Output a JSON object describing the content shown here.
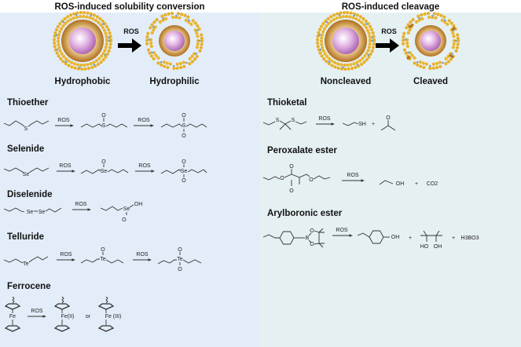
{
  "left": {
    "title": "ROS-induced solubility conversion",
    "ros": "ROS",
    "state_before": "Hydrophobic",
    "state_after": "Hydrophilic",
    "sections": [
      {
        "name": "Thioether",
        "arrow": "ROS",
        "atoms": [
          "S",
          "S",
          "O",
          "S",
          "O",
          "O"
        ]
      },
      {
        "name": "Selenide",
        "arrow": "ROS",
        "atoms": [
          "Se",
          "Se",
          "O",
          "Se",
          "O",
          "O"
        ]
      },
      {
        "name": "Diselenide",
        "arrow": "ROS",
        "atoms": [
          "Se",
          "Se",
          "Se",
          "OH",
          "O"
        ]
      },
      {
        "name": "Telluride",
        "arrow": "ROS",
        "atoms": [
          "Te",
          "Te",
          "O",
          "Te",
          "O",
          "O"
        ]
      },
      {
        "name": "Ferrocene",
        "arrow": "ROS",
        "atoms": [
          "Fe",
          "Fe(II)",
          "or",
          "Fe (III)"
        ]
      }
    ]
  },
  "right": {
    "title": "ROS-induced cleavage",
    "ros": "ROS",
    "state_before": "Noncleaved",
    "state_after": "Cleaved",
    "sections": [
      {
        "name": "Thioketal",
        "arrow": "ROS",
        "atoms": [
          "S",
          "S",
          "SH",
          "+",
          "O"
        ]
      },
      {
        "name": "Peroxalate ester",
        "arrow": "ROS",
        "atoms": [
          "O",
          "O",
          "O",
          "O",
          "OH",
          "+",
          "CO2"
        ]
      },
      {
        "name": "Arylboronic ester",
        "arrow": "ROS",
        "atoms": [
          "B",
          "O",
          "O",
          "OH",
          "+",
          "HO",
          "OH",
          "+",
          "H3BO3"
        ]
      }
    ]
  },
  "colors": {
    "left_bg": "#e3edf9",
    "right_bg": "#e5f0f2",
    "gold": "#e8b22a",
    "core": "#d49ad6"
  }
}
